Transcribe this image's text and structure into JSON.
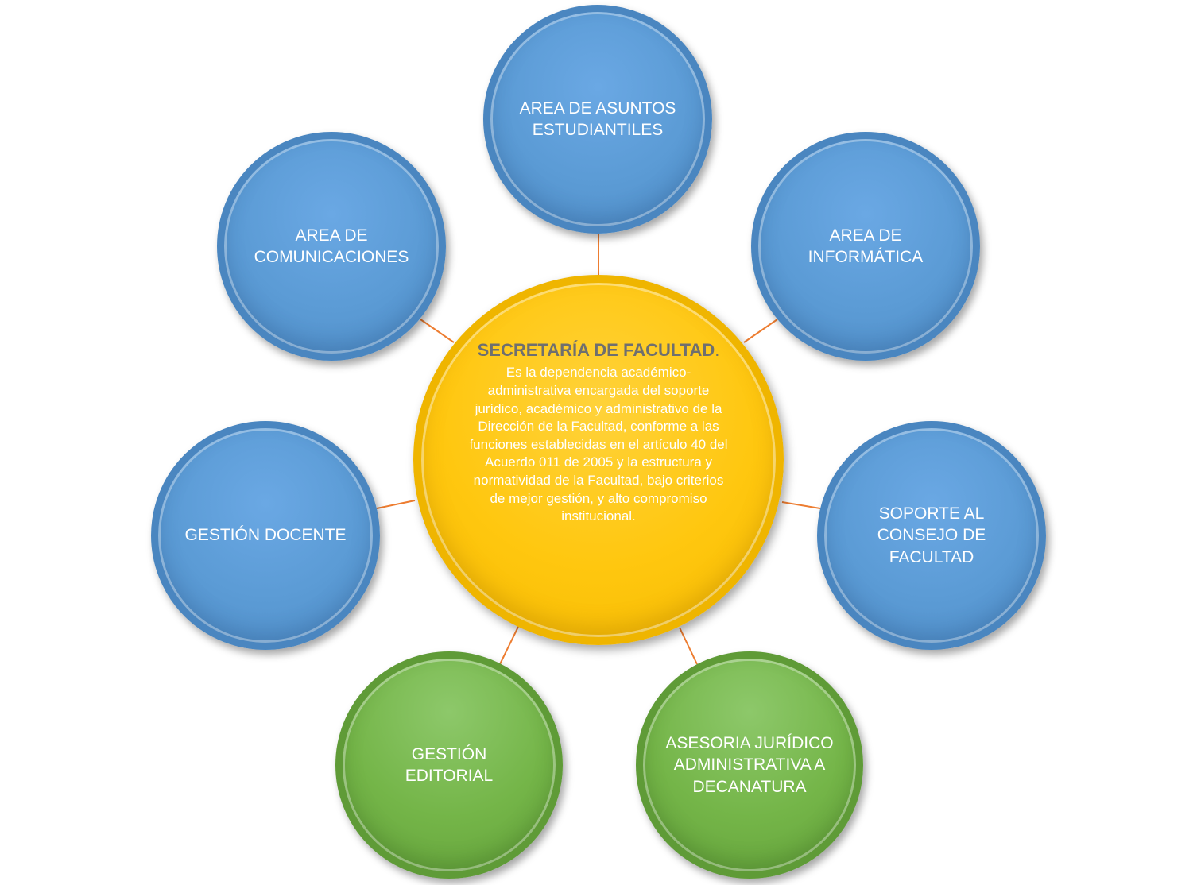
{
  "center": {
    "title": "SECRETARÍA DE FACULTAD",
    "title_punct": ".",
    "description": "Es la dependencia académico-administrativa encargada del soporte jurídico, académico y administrativo de la Dirección de la Facultad, conforme a las funciones establecidas en el artículo 40 del Acuerdo 011 de 2005 y  la estructura y normatividad de la Facultad, bajo criterios de mejor gestión, y alto compromiso institucional."
  },
  "nodes": {
    "asuntos": "AREA DE ASUNTOS ESTUDIANTILES",
    "informatica": "AREA DE INFORMÁTICA",
    "soporte": "SOPORTE AL CONSEJO DE FACULTAD",
    "asesoria": "ASESORIA JURÍDICO ADMINISTRATIVA  A DECANATURA",
    "editorial": "GESTIÓN EDITORIAL",
    "docente": "GESTIÓN DOCENTE",
    "comunicaciones": "AREA DE COMUNICACIONES"
  },
  "colors": {
    "center_fill": "#ffc70f",
    "blue_fill": "#5b9bd5",
    "green_fill": "#74b548",
    "connector": "#ed7d31",
    "title_text": "#6f6f6f",
    "node_text": "#ffffff"
  }
}
